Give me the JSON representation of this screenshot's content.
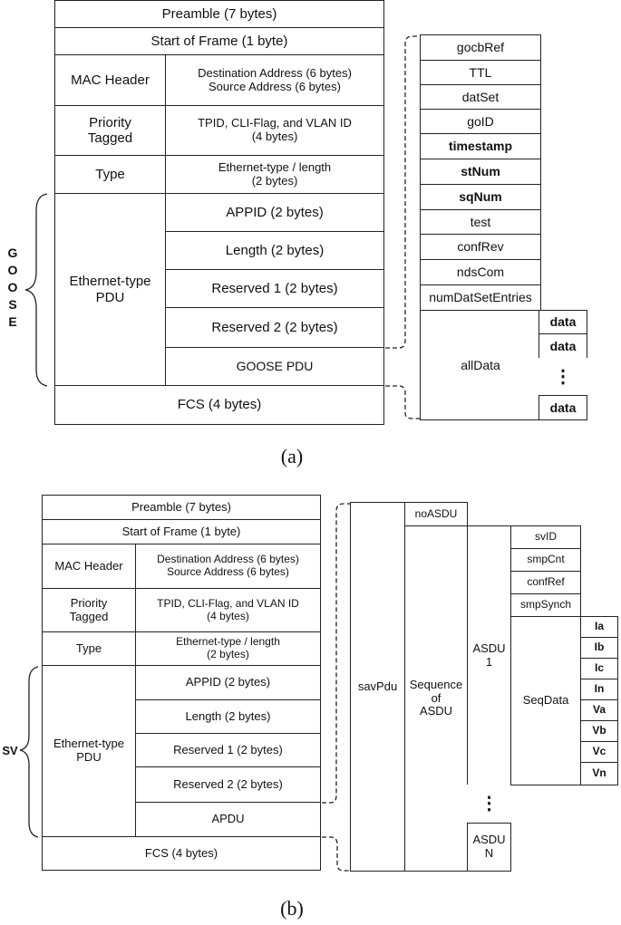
{
  "diagram_a": {
    "caption": "(a)",
    "brace_label": "G\nO\nO\nS\nE",
    "frame": {
      "preamble": "Preamble (7 bytes)",
      "sof": "Start of Frame (1 byte)",
      "mac_label": "MAC Header",
      "mac_value": "Destination Address (6 bytes)\nSource Address (6 bytes)",
      "priority_label": "Priority\nTagged",
      "priority_value": "TPID, CLI-Flag, and VLAN ID\n(4 bytes)",
      "type_label": "Type",
      "type_value": "Ethernet-type / length\n(2 bytes)",
      "pdu_label": "Ethernet-type\nPDU",
      "appid": "APPID (2 bytes)",
      "length": "Length (2 bytes)",
      "reserved1": "Reserved 1 (2 bytes)",
      "reserved2": "Reserved 2 (2 bytes)",
      "apdu": "GOOSE PDU",
      "fcs": "FCS (4 bytes)"
    },
    "fields": [
      "gocbRef",
      "TTL",
      "datSet",
      "goID",
      "timestamp",
      "stNum",
      "sqNum",
      "test",
      "confRev",
      "ndsCom",
      "numDatSetEntries"
    ],
    "all_data": "allData",
    "data_items": [
      "data",
      "data",
      "⋮",
      "data"
    ]
  },
  "diagram_b": {
    "caption": "(b)",
    "brace_label": "SV",
    "frame": {
      "preamble": "Preamble (7 bytes)",
      "sof": "Start of Frame (1 byte)",
      "mac_label": "MAC Header",
      "mac_value": "Destination Address (6 bytes)\nSource Address (6 bytes)",
      "priority_label": "Priority\nTagged",
      "priority_value": "TPID, CLI-Flag, and VLAN ID\n(4 bytes)",
      "type_label": "Type",
      "type_value": "Ethernet-type / length\n(2 bytes)",
      "pdu_label": "Ethernet-type\nPDU",
      "appid": "APPID (2 bytes)",
      "length": "Length (2 bytes)",
      "reserved1": "Reserved 1 (2 bytes)",
      "reserved2": "Reserved 2 (2 bytes)",
      "apdu": "APDU",
      "fcs": "FCS (4 bytes)"
    },
    "sav_pdu": "savPdu",
    "no_asdu": "noASDU",
    "seq_asdu": "Sequence\nof\nASDU",
    "asdu1": "ASDU\n1",
    "asdu_dots": "⋮",
    "asdun": "ASDU\nN",
    "asdu_fields": [
      "svID",
      "smpCnt",
      "confRef",
      "smpSynch"
    ],
    "seq_data": "SeqData",
    "measurements": [
      "Ia",
      "Ib",
      "Ic",
      "In",
      "Va",
      "Vb",
      "Vc",
      "Vn"
    ]
  }
}
